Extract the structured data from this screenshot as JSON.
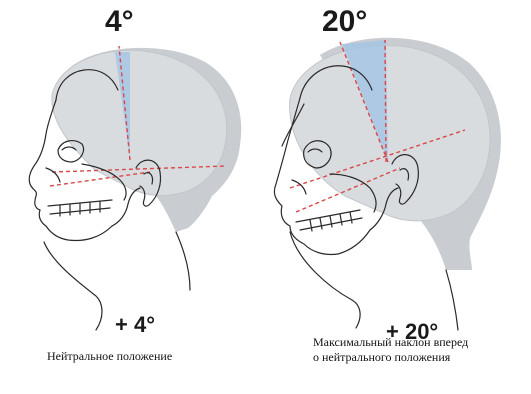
{
  "colors": {
    "cranium_fill": "#d9dcdf",
    "cranium_edge": "#c2c6ca",
    "hair_fill": "#c9cdd1",
    "outline": "#2a2a2a",
    "sector_fill": "#9fc3e6",
    "reference_line": "#d94848"
  },
  "panels": [
    {
      "angle_top": "4°",
      "angle_bottom": "+ 4°",
      "caption": "Нейтральное положение",
      "tilt_degrees": 4
    },
    {
      "angle_top": "20°",
      "angle_bottom": "+ 20°",
      "caption_line1": "Максимальный наклон вперед",
      "caption_line2": "о нейтрального положения",
      "tilt_degrees": 20
    }
  ],
  "icons": [
    "skull-profile-icon",
    "head-silhouette-icon"
  ]
}
